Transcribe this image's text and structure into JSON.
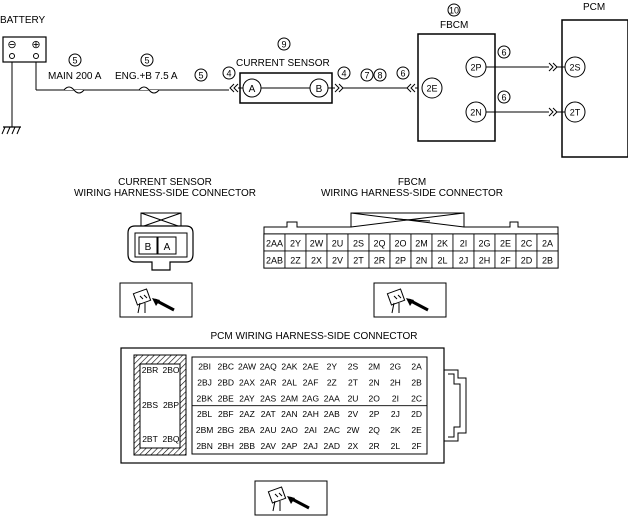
{
  "wiring": {
    "battery_label": "BATTERY",
    "battery_minus": "⊖",
    "battery_plus": "⊕",
    "fuse_main_label": "MAIN 200 A",
    "fuse_eng_label": "ENG.+B 7.5 A",
    "current_sensor_label": "CURRENT SENSOR",
    "fbcm_label": "FBCM",
    "pcm_label": "PCM",
    "refs": {
      "r_main": "5",
      "r_eng": "5",
      "r_wire": "5",
      "r_cs_a": "4",
      "r_cs": "9",
      "r_cs_b": "4",
      "r_7": "7",
      "r_8": "8",
      "r_fb_in": "6",
      "r_fbcm": "10",
      "r_2p": "6",
      "r_2n": "6"
    },
    "pins": {
      "cs_a": "A",
      "cs_b": "B",
      "fb_2e": "2E",
      "fb_2p": "2P",
      "fb_2n": "2N",
      "pcm_2s": "2S",
      "pcm_2t": "2T"
    }
  },
  "connectors": {
    "cs_title_1": "CURRENT SENSOR",
    "cs_title_2": "WIRING HARNESS-SIDE CONNECTOR",
    "cs_pins": [
      "B",
      "A"
    ],
    "fbcm_title_1": "FBCM",
    "fbcm_title_2": "WIRING HARNESS-SIDE CONNECTOR",
    "fbcm_rows": [
      [
        "2AA",
        "2Y",
        "2W",
        "2U",
        "2S",
        "2Q",
        "2O",
        "2M",
        "2K",
        "2I",
        "2G",
        "2E",
        "2C",
        "2A"
      ],
      [
        "2AB",
        "2Z",
        "2X",
        "2V",
        "2T",
        "2R",
        "2P",
        "2N",
        "2L",
        "2J",
        "2H",
        "2F",
        "2D",
        "2B"
      ]
    ],
    "pcm_title": "PCM WIRING HARNESS-SIDE CONNECTOR",
    "pcm_left_pins": [
      "2BR",
      "2BO",
      "2BS",
      "2BP",
      "2BT",
      "2BQ"
    ],
    "pcm_rows": [
      [
        "2BI",
        "2BC",
        "2AW",
        "2AQ",
        "2AK",
        "2AE",
        "2Y",
        "2S",
        "2M",
        "2G",
        "2A"
      ],
      [
        "2BJ",
        "2BD",
        "2AX",
        "2AR",
        "2AL",
        "2AF",
        "2Z",
        "2T",
        "2N",
        "2H",
        "2B"
      ],
      [
        "2BK",
        "2BE",
        "2AY",
        "2AS",
        "2AM",
        "2AG",
        "2AA",
        "2U",
        "2O",
        "2I",
        "2C"
      ],
      [
        "2BL",
        "2BF",
        "2AZ",
        "2AT",
        "2AN",
        "2AH",
        "2AB",
        "2V",
        "2P",
        "2J",
        "2D"
      ],
      [
        "2BM",
        "2BG",
        "2BA",
        "2AU",
        "2AO",
        "2AI",
        "2AC",
        "2W",
        "2Q",
        "2K",
        "2E"
      ],
      [
        "2BN",
        "2BH",
        "2BB",
        "2AV",
        "2AP",
        "2AJ",
        "2AD",
        "2X",
        "2R",
        "2L",
        "2F"
      ]
    ]
  }
}
